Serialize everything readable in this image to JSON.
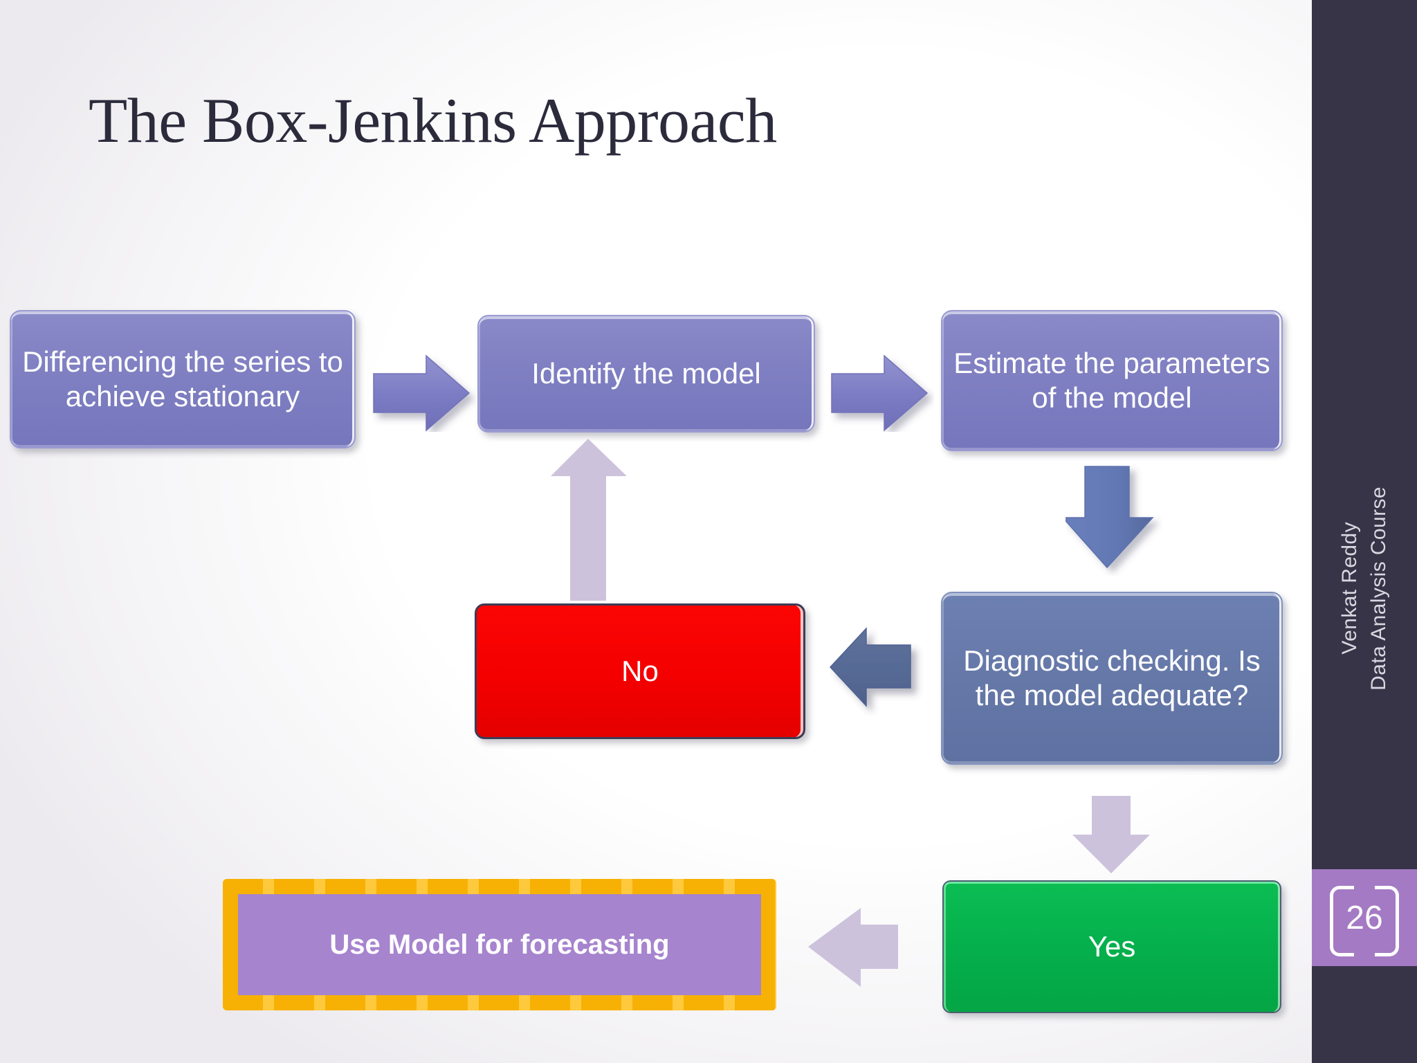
{
  "slide": {
    "title": "The Box-Jenkins Approach",
    "page_number": "26",
    "sidebar": {
      "course_line": "Data Analysis Course",
      "author_line": "Venkat Reddy"
    },
    "colors": {
      "title_text": "#2b2b3c",
      "sidebar_bg": "#383448",
      "page_badge_bg": "#a47ac4",
      "periwinkle_box": "#7f7fc2",
      "slate_box": "#6578a8",
      "red_box": "#f50000",
      "green_box": "#05b04c",
      "forecast_box": "#a684ce",
      "forecast_outline": "#f7b104",
      "arrow_periwinkle": "#7b7bc4",
      "arrow_blue": "#6278b4",
      "arrow_slate": "#566a96",
      "arrow_lavender": "#cdc2dc"
    }
  },
  "flow": {
    "nodes": [
      {
        "id": "differencing",
        "label": "Differencing the series to achieve stationary",
        "style": "periwinkle"
      },
      {
        "id": "identify",
        "label": "Identify the model",
        "style": "periwinkle"
      },
      {
        "id": "estimate",
        "label": "Estimate the parameters of the model",
        "style": "periwinkle"
      },
      {
        "id": "diagnostic",
        "label": "Diagnostic checking. Is the model adequate?",
        "style": "slate"
      },
      {
        "id": "no",
        "label": "No",
        "style": "red"
      },
      {
        "id": "yes",
        "label": "Yes",
        "style": "green"
      },
      {
        "id": "forecast",
        "label": "Use Model for forecasting",
        "style": "highlighted"
      }
    ],
    "edges": [
      {
        "id": "e1",
        "from": "differencing",
        "to": "identify",
        "direction": "right",
        "color": "#7b7bc4"
      },
      {
        "id": "e2",
        "from": "identify",
        "to": "estimate",
        "direction": "right",
        "color": "#7b7bc4"
      },
      {
        "id": "e3",
        "from": "estimate",
        "to": "diagnostic",
        "direction": "down",
        "color": "#6278b4"
      },
      {
        "id": "e4",
        "from": "diagnostic",
        "to": "no",
        "direction": "left",
        "color": "#566a96"
      },
      {
        "id": "e5",
        "from": "no",
        "to": "identify",
        "direction": "up",
        "color": "#cdc2dc"
      },
      {
        "id": "e6",
        "from": "diagnostic",
        "to": "yes",
        "direction": "down",
        "color": "#cdc2dc"
      },
      {
        "id": "e7",
        "from": "yes",
        "to": "forecast",
        "direction": "left",
        "color": "#cdc2dc"
      }
    ]
  }
}
